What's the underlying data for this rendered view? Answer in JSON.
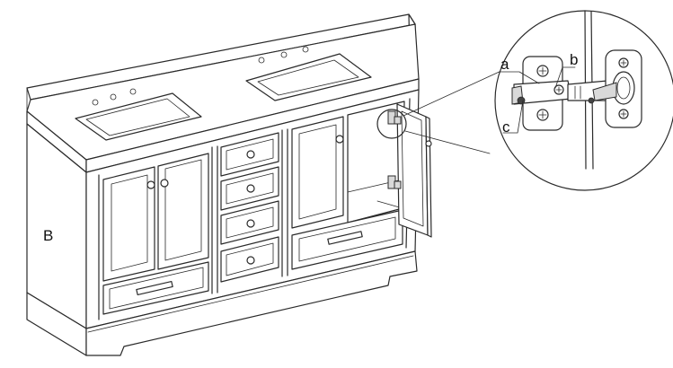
{
  "labels": {
    "cabinet": "B",
    "hinge_a": "a",
    "hinge_b": "b",
    "hinge_c": "c"
  },
  "colors": {
    "line": "#2a2a2a",
    "background": "#ffffff"
  }
}
